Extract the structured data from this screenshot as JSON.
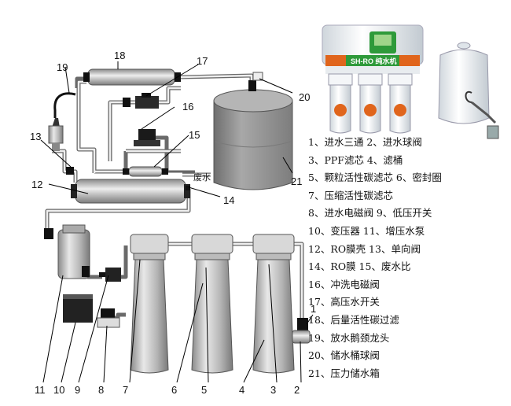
{
  "diagram": {
    "waste_water_label": "废水",
    "unit_brand": "SH-RO 纯水机",
    "callouts": [
      "1",
      "2",
      "3",
      "4",
      "5",
      "6",
      "7",
      "8",
      "9",
      "10",
      "11",
      "12",
      "13",
      "14",
      "15",
      "16",
      "17",
      "18",
      "19",
      "20",
      "21"
    ]
  },
  "legend": [
    "1、进水三通  2、进水球阀",
    "3、PPF滤芯  4、滤桶",
    "5、颗粒活性碳滤芯  6、密封圈",
    "7、压缩活性碳滤芯",
    "8、进水电磁阀  9、低压开关",
    "10、变压器  11、增压水泵",
    "12、RO膜壳  13、单向阀",
    "14、RO膜  15、废水比",
    "16、冲洗电磁阀",
    "17、高压水开关",
    "18、后量活性碳过滤",
    "19、放水鹅颈龙头",
    "20、储水桶球阀",
    "21、压力储水箱"
  ],
  "colors": {
    "tube": "#dcdcdc",
    "tube_outline": "#555555",
    "filter_body": "#c8c8c8",
    "tank": "#9a9a9a",
    "fitting": "#111111",
    "unit_green": "#2e9a3a",
    "unit_accent": "#e0651c"
  }
}
